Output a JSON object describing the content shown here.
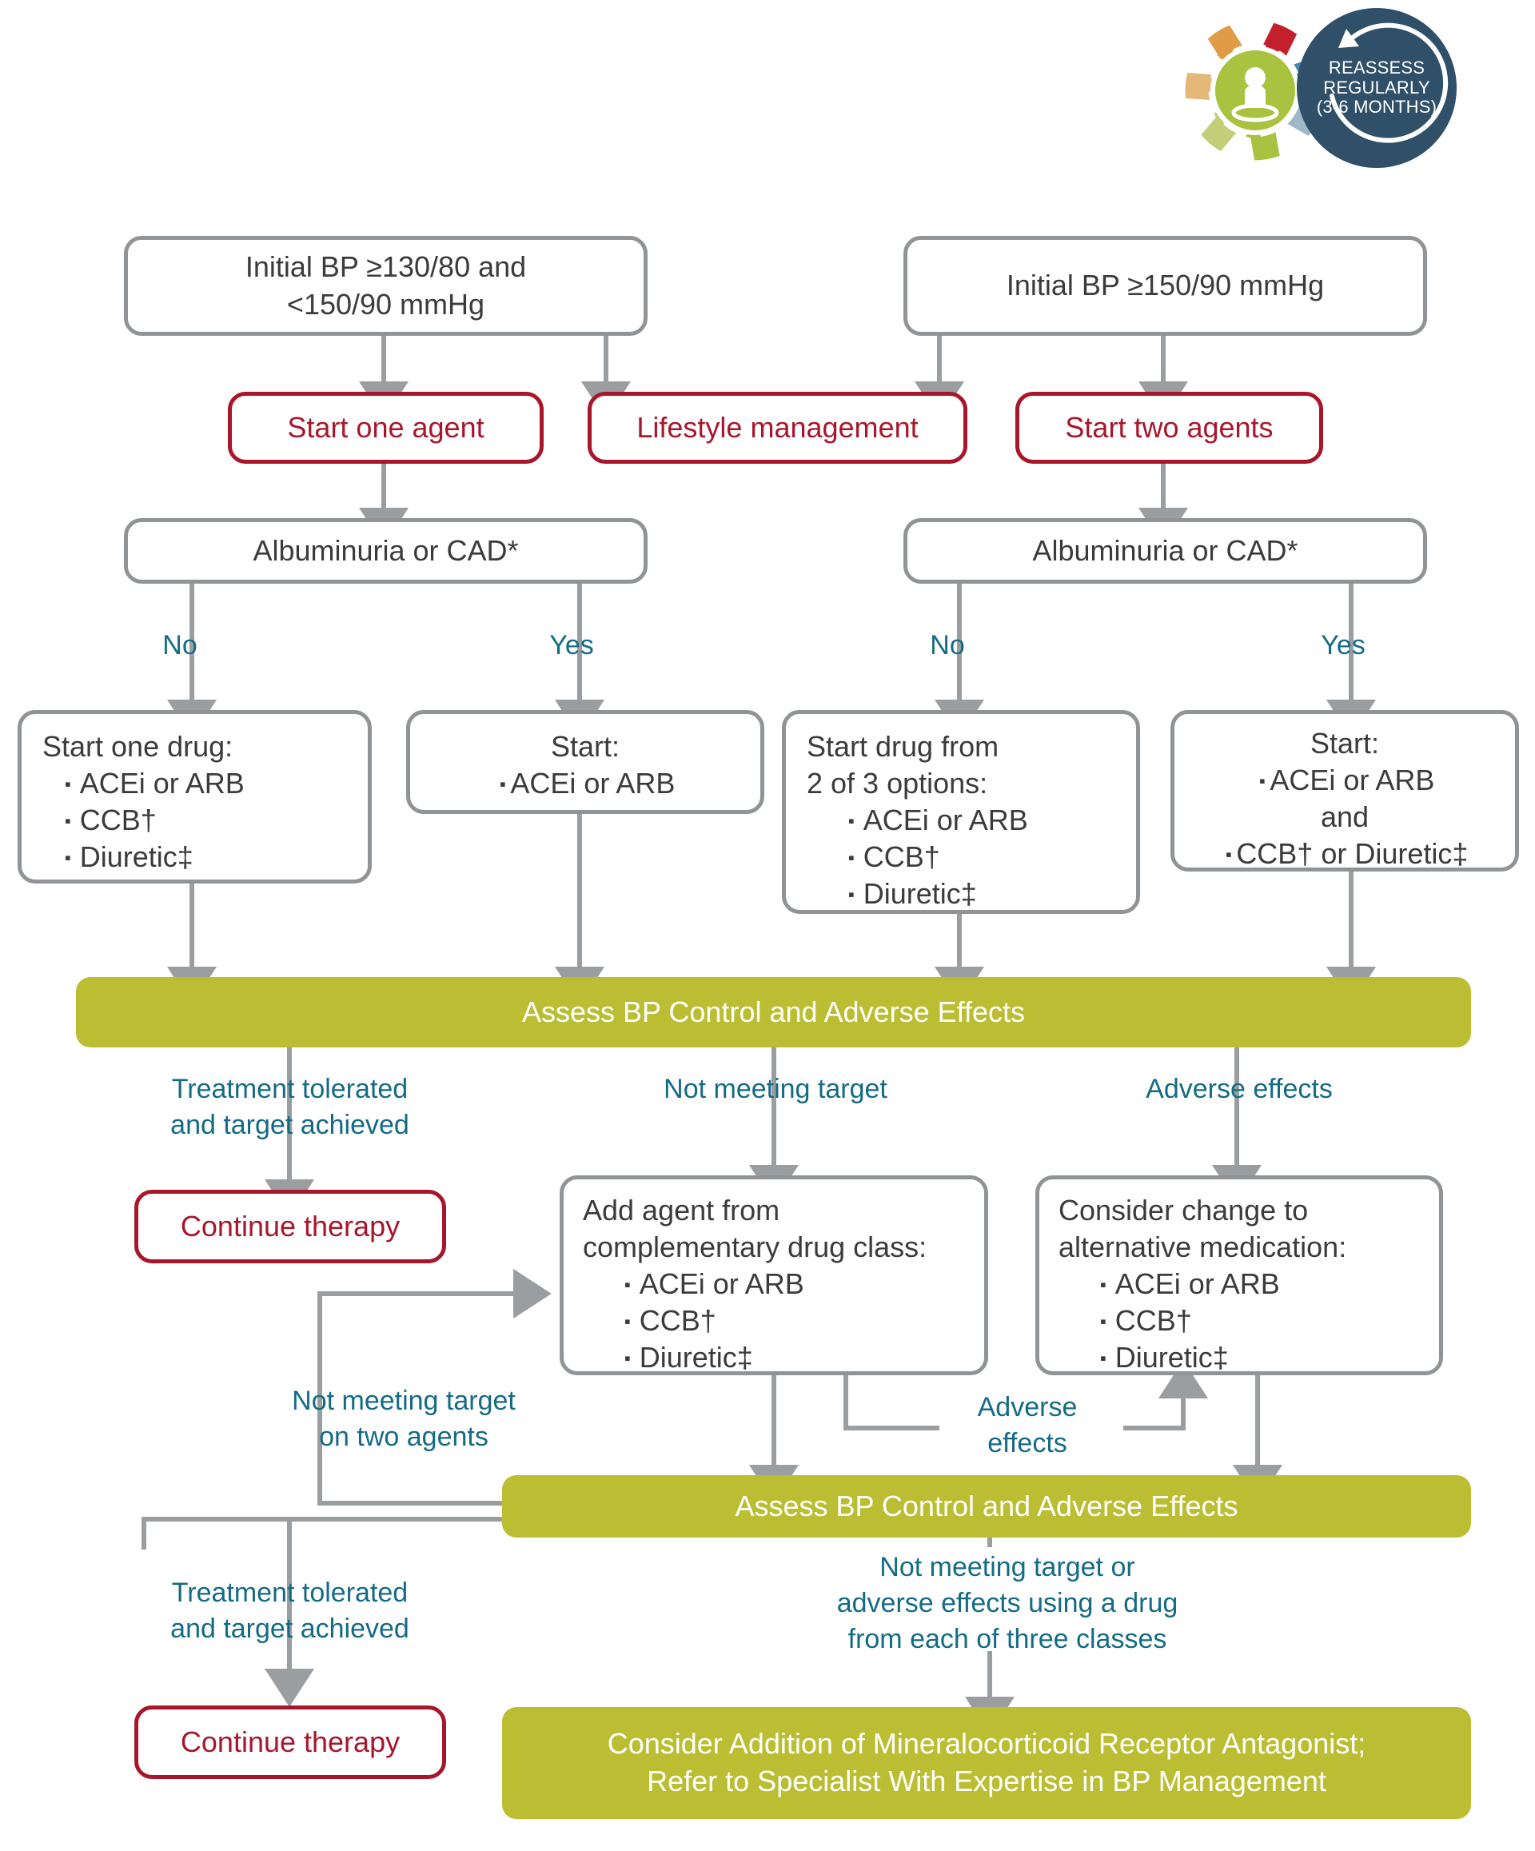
{
  "logo": {
    "badge_lines": [
      "REASSESS",
      "REGULARLY",
      "(3-6 MONTHS)"
    ],
    "badge_color": "#2F5068",
    "icon_name": "patient-cycle-icon",
    "arrow_name": "reassess-arrow-icon"
  },
  "palette": {
    "gray_border": "#919497",
    "gray_text": "#3b3b3b",
    "red": "#A7172C",
    "olive": "#BBBE33",
    "teal": "#146B84",
    "white": "#FFFFFF"
  },
  "nodes": {
    "initial_bp_low": "Initial BP ≥130/80 and\n<150/90 mmHg",
    "initial_bp_high": "Initial BP ≥150/90 mmHg",
    "start_one_agent": "Start one agent",
    "lifestyle_management": "Lifestyle management",
    "start_two_agents": "Start two agents",
    "albuminuria_left": "Albuminuria or CAD*",
    "albuminuria_right": "Albuminuria or CAD*",
    "continue_therapy_1": "Continue therapy",
    "continue_therapy_2": "Continue therapy",
    "assess_1": "Assess BP Control and Adverse Effects",
    "assess_2": "Assess BP Control and Adverse Effects",
    "final_banner": "Consider Addition of Mineralocorticoid Receptor Antagonist;\nRefer to Specialist With Expertise in BP Management"
  },
  "drug_boxes": {
    "start_one_drug": {
      "header": "Start one drug:",
      "items": [
        "ACEi or ARB",
        "CCB†",
        "Diuretic‡"
      ]
    },
    "start_acei_arb": {
      "header": "Start:",
      "items": [
        "ACEi or ARB"
      ]
    },
    "start_two_of_three": {
      "header": "Start drug from\n2 of 3 options:",
      "items": [
        "ACEi or ARB",
        "CCB†",
        "Diuretic‡"
      ]
    },
    "start_acei_and": {
      "header": "Start:",
      "items": [
        "ACEi or ARB"
      ],
      "joiner": "and",
      "items2": [
        "CCB† or Diuretic‡"
      ]
    },
    "add_agent": {
      "header": "Add agent from\ncomplementary drug class:",
      "items": [
        "ACEi or ARB",
        "CCB†",
        "Diuretic‡"
      ]
    },
    "consider_change": {
      "header": "Consider change to\nalternative medication:",
      "items": [
        "ACEi or ARB",
        "CCB†",
        "Diuretic‡"
      ]
    }
  },
  "edge_labels": {
    "no_left": "No",
    "yes_left": "Yes",
    "no_right": "No",
    "yes_right": "Yes",
    "tolerated_1": "Treatment tolerated\nand target achieved",
    "not_meeting_target": "Not meeting target",
    "adverse_effects_top": "Adverse effects",
    "not_meeting_two_agents": "Not meeting target\non two agents",
    "adverse_effects_loop": "Adverse\neffects",
    "tolerated_2": "Treatment tolerated\nand target achieved",
    "not_meeting_three": "Not meeting target or\nadverse effects using a drug\nfrom each of three classes"
  }
}
